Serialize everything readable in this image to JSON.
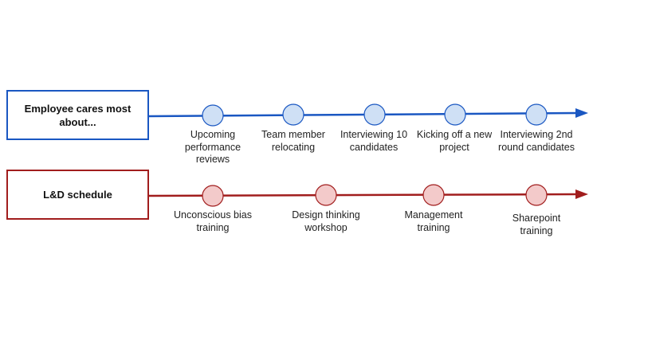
{
  "rows": [
    {
      "title": "Employee cares most about...",
      "color": "#1a57c2",
      "node_fill": "#cfe0f5",
      "items": [
        "Upcoming performance reviews",
        "Team member relocating",
        "Interviewing 10 candidates",
        "Kicking off a new project",
        "Interviewing 2nd round candidates"
      ]
    },
    {
      "title": "L&D schedule",
      "color": "#a11d1d",
      "node_fill": "#f3caca",
      "items": [
        "Unconscious bias training",
        "Design thinking workshop",
        "Management training",
        "Sharepoint training"
      ]
    }
  ]
}
